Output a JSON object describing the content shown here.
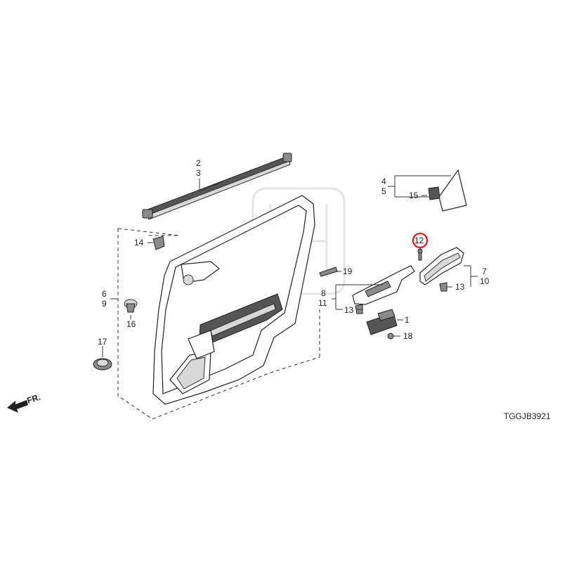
{
  "callouts": {
    "c1": "1",
    "c2": "2",
    "c3": "3",
    "c4": "4",
    "c5": "5",
    "c6": "6",
    "c7": "7",
    "c8": "8",
    "c9": "9",
    "c10": "10",
    "c11": "11",
    "c12": "12",
    "c13a": "13",
    "c13b": "13",
    "c14": "14",
    "c15": "15",
    "c16": "16",
    "c17": "17",
    "c18": "18",
    "c19": "19"
  },
  "direction_label": "FR.",
  "diagram_code": "TGGJB3921",
  "colors": {
    "highlight": "#e8141c",
    "linework": "#222222"
  }
}
